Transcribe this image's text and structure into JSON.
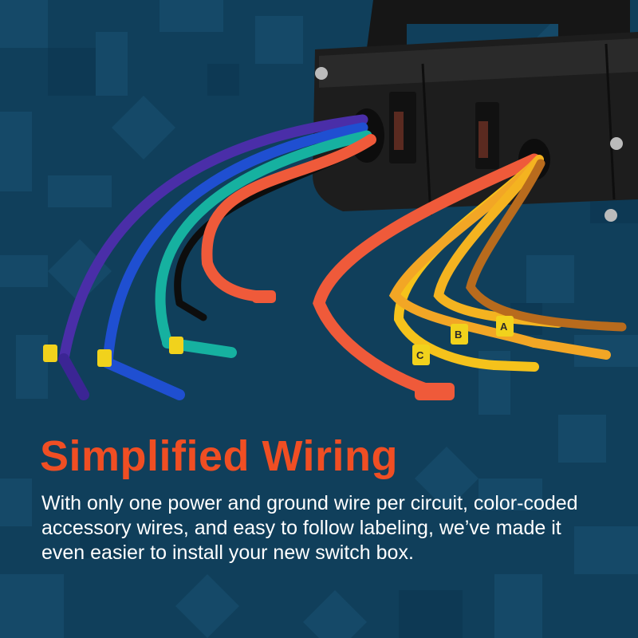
{
  "colors": {
    "background": "#103f5b",
    "pattern": "#1a5273",
    "headline": "#f04e23",
    "body_text": "#ffffff",
    "housing": "#1c1c1c"
  },
  "icons": [
    "screw-icon",
    "fuse-icon"
  ],
  "wire_labels": {
    "a": "A",
    "b": "B",
    "c": "C"
  },
  "headline": "Simplified Wiring",
  "body": "With only one power and ground wire per circuit, color-coded accessory wires, and easy to follow labeling, we’ve made it even easier to install your new switch box."
}
